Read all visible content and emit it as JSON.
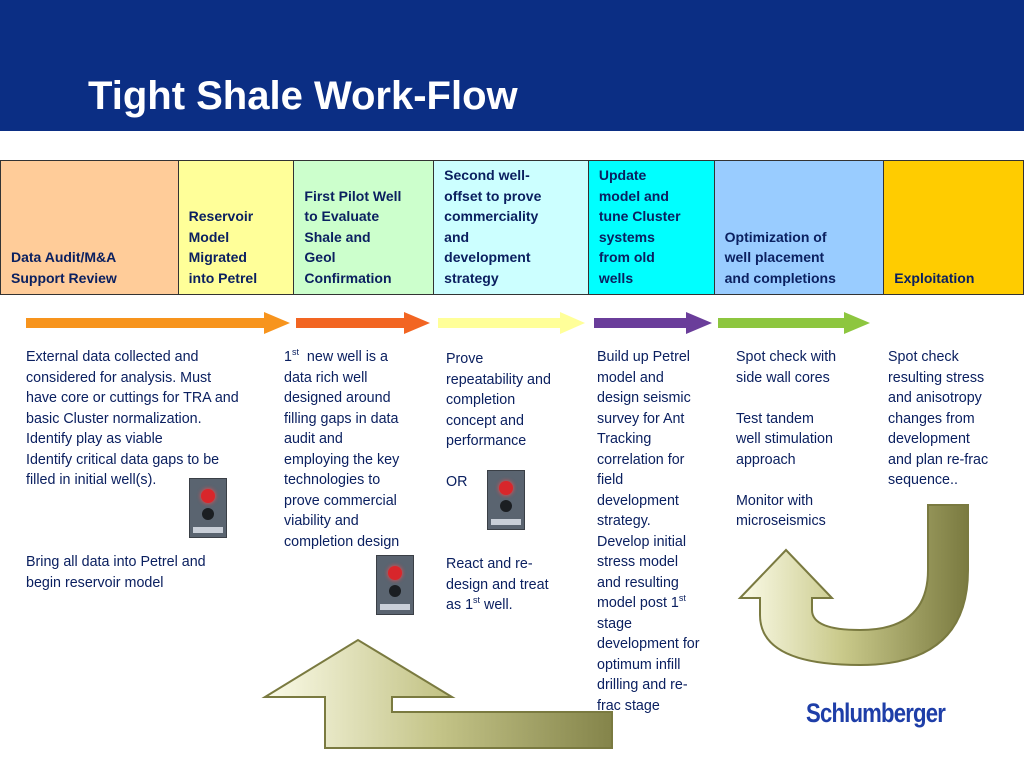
{
  "slide": {
    "title": "Tight Shale Work-Flow",
    "logo_text": "Schlumberger",
    "colors": {
      "header": "#0b2e84",
      "text": "#0b2060",
      "logo": "#1e3ea8"
    }
  },
  "phases": [
    {
      "lines": [
        "Data Audit/M&A",
        "Support Review"
      ],
      "color": "#ffcc99"
    },
    {
      "lines": [
        "Reservoir",
        "Model",
        "Migrated",
        "into Petrel"
      ],
      "color": "#ffff99"
    },
    {
      "lines": [
        "First Pilot Well",
        "to Evaluate",
        "Shale and",
        "Geol",
        "Confirmation"
      ],
      "color": "#ccffcc"
    },
    {
      "lines": [
        "Second well-",
        "offset to prove",
        "commerciality",
        "and",
        "development",
        "strategy"
      ],
      "color": "#ccffff"
    },
    {
      "lines": [
        "Update",
        "model and",
        "tune Cluster",
        "systems",
        "from old",
        "wells"
      ],
      "color": "#00ffff"
    },
    {
      "lines": [
        "Optimization of",
        "well placement",
        "and completions"
      ],
      "color": "#99ccff"
    },
    {
      "lines": [
        "Exploitation"
      ],
      "color": "#ffcc00"
    }
  ],
  "arrows": [
    {
      "color": "#f7941d"
    },
    {
      "color": "#f26522"
    },
    {
      "color": "#ffff99"
    },
    {
      "color": "#6a3d9a"
    },
    {
      "color": "#8dc63f"
    }
  ],
  "columns": {
    "c1": {
      "l1": "External data collected and",
      "l2": "considered for analysis.  Must",
      "l3": "have core or cuttings for TRA and",
      "l4": "basic Cluster normalization.",
      "l5": "Identify play as viable",
      "l6": "Identify critical data gaps to be",
      "l7": "filled in initial well(s).",
      "l8": "Bring all data into Petrel and",
      "l9": "begin reservoir model"
    },
    "c2": {
      "l1a": "1",
      "l1sup": "st",
      "l1b": "  new well is a",
      "l2": "data rich well",
      "l3": "designed around",
      "l4": "filling gaps in data",
      "l5": "audit and",
      "l6": "employing the key",
      "l7": "technologies to",
      "l8": "prove commercial",
      "l9": "viability and",
      "l10": "completion design"
    },
    "c3": {
      "l1": "Prove",
      "l2": "repeatability and",
      "l3": "completion",
      "l4": "concept and",
      "l5": "performance",
      "l6": "OR",
      "l7": "React and re-",
      "l8": "design and treat",
      "l9a": "as 1",
      "l9sup": "st",
      "l9b": " well."
    },
    "c4": {
      "l1": "Build up Petrel",
      "l2": "model and",
      "l3": "design seismic",
      "l4": "survey for Ant",
      "l5": "Tracking",
      "l6": "correlation for",
      "l7": "field",
      "l8": "development",
      "l9": "strategy.",
      "l10": "Develop initial",
      "l11": "stress model",
      "l12": "and resulting",
      "l13a": "model post 1",
      "l13sup": "st",
      "l14": "stage",
      "l15": "development for",
      "l16": "optimum infill",
      "l17": "drilling and re-",
      "l18": "frac stage"
    },
    "c5": {
      "l1": "Spot check with",
      "l2": "side wall cores",
      "l3": "Test tandem",
      "l4": "well stimulation",
      "l5": "approach",
      "l6": "Monitor with",
      "l7": "microseismics"
    },
    "c6": {
      "l1": "Spot check",
      "l2": "resulting stress",
      "l3": "and anisotropy",
      "l4": "changes from",
      "l5": "development",
      "l6": "and plan re-frac",
      "l7": "sequence.."
    }
  },
  "icons": [
    "traffic-light-icon",
    "curved-return-arrow-icon"
  ]
}
